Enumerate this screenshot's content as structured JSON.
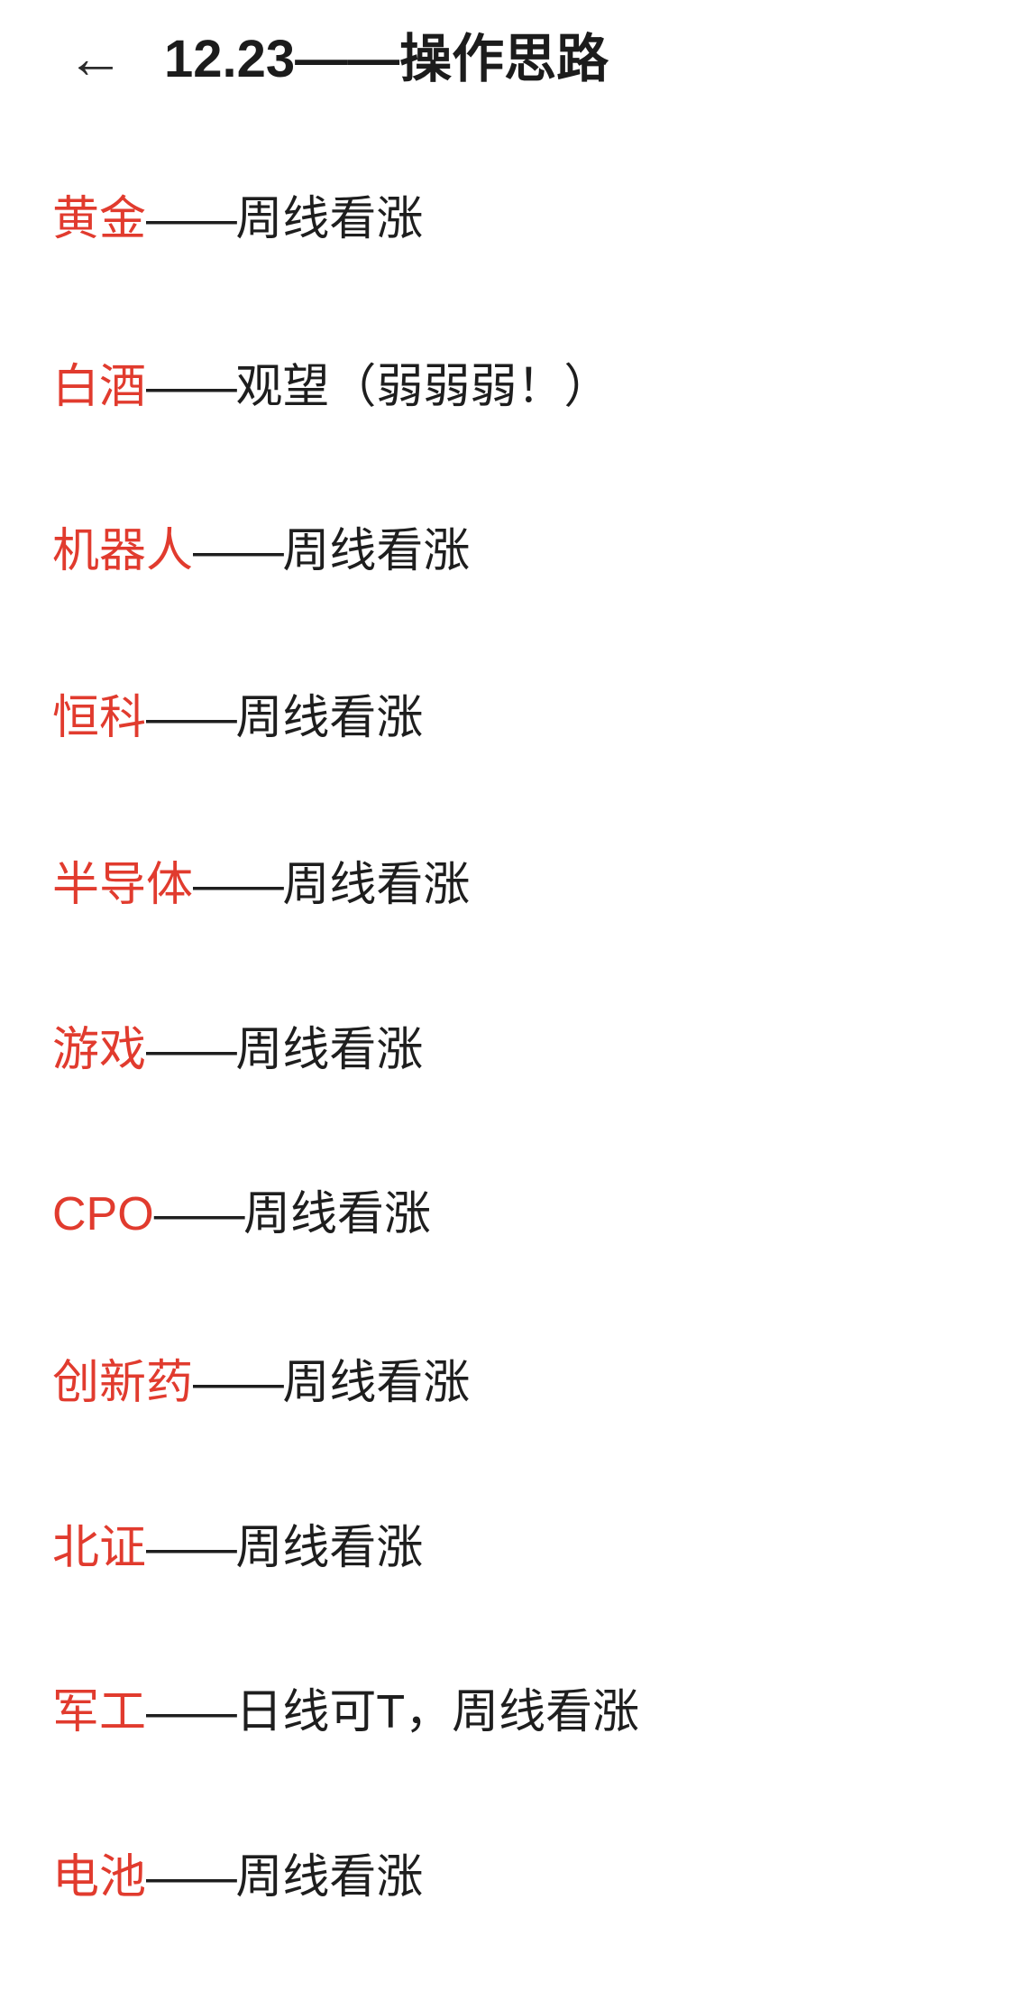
{
  "colors": {
    "accent_red": "#e13b2e",
    "text_black": "#1e1e1e",
    "background": "#ffffff"
  },
  "header": {
    "back_icon": "←",
    "title": "12.23——操作思路"
  },
  "items": [
    {
      "term": "黄金",
      "dash": "——",
      "note": "周线看涨"
    },
    {
      "term": "白酒",
      "dash": "——",
      "note": "观望（弱弱弱！）"
    },
    {
      "term": "机器人",
      "dash": "——",
      "note": "周线看涨"
    },
    {
      "term": "恒科",
      "dash": "——",
      "note": "周线看涨"
    },
    {
      "term": "半导体",
      "dash": "——",
      "note": "周线看涨"
    },
    {
      "term": "游戏",
      "dash": "——",
      "note": "周线看涨"
    },
    {
      "term": "CPO",
      "dash": "——",
      "note": "周线看涨"
    },
    {
      "term": "创新药",
      "dash": "——",
      "note": "周线看涨"
    },
    {
      "term": "北证",
      "dash": "——",
      "note": "周线看涨"
    },
    {
      "term": "军工",
      "dash": "——",
      "note": "日线可T，周线看涨"
    },
    {
      "term": "电池",
      "dash": "——",
      "note": "周线看涨"
    }
  ]
}
